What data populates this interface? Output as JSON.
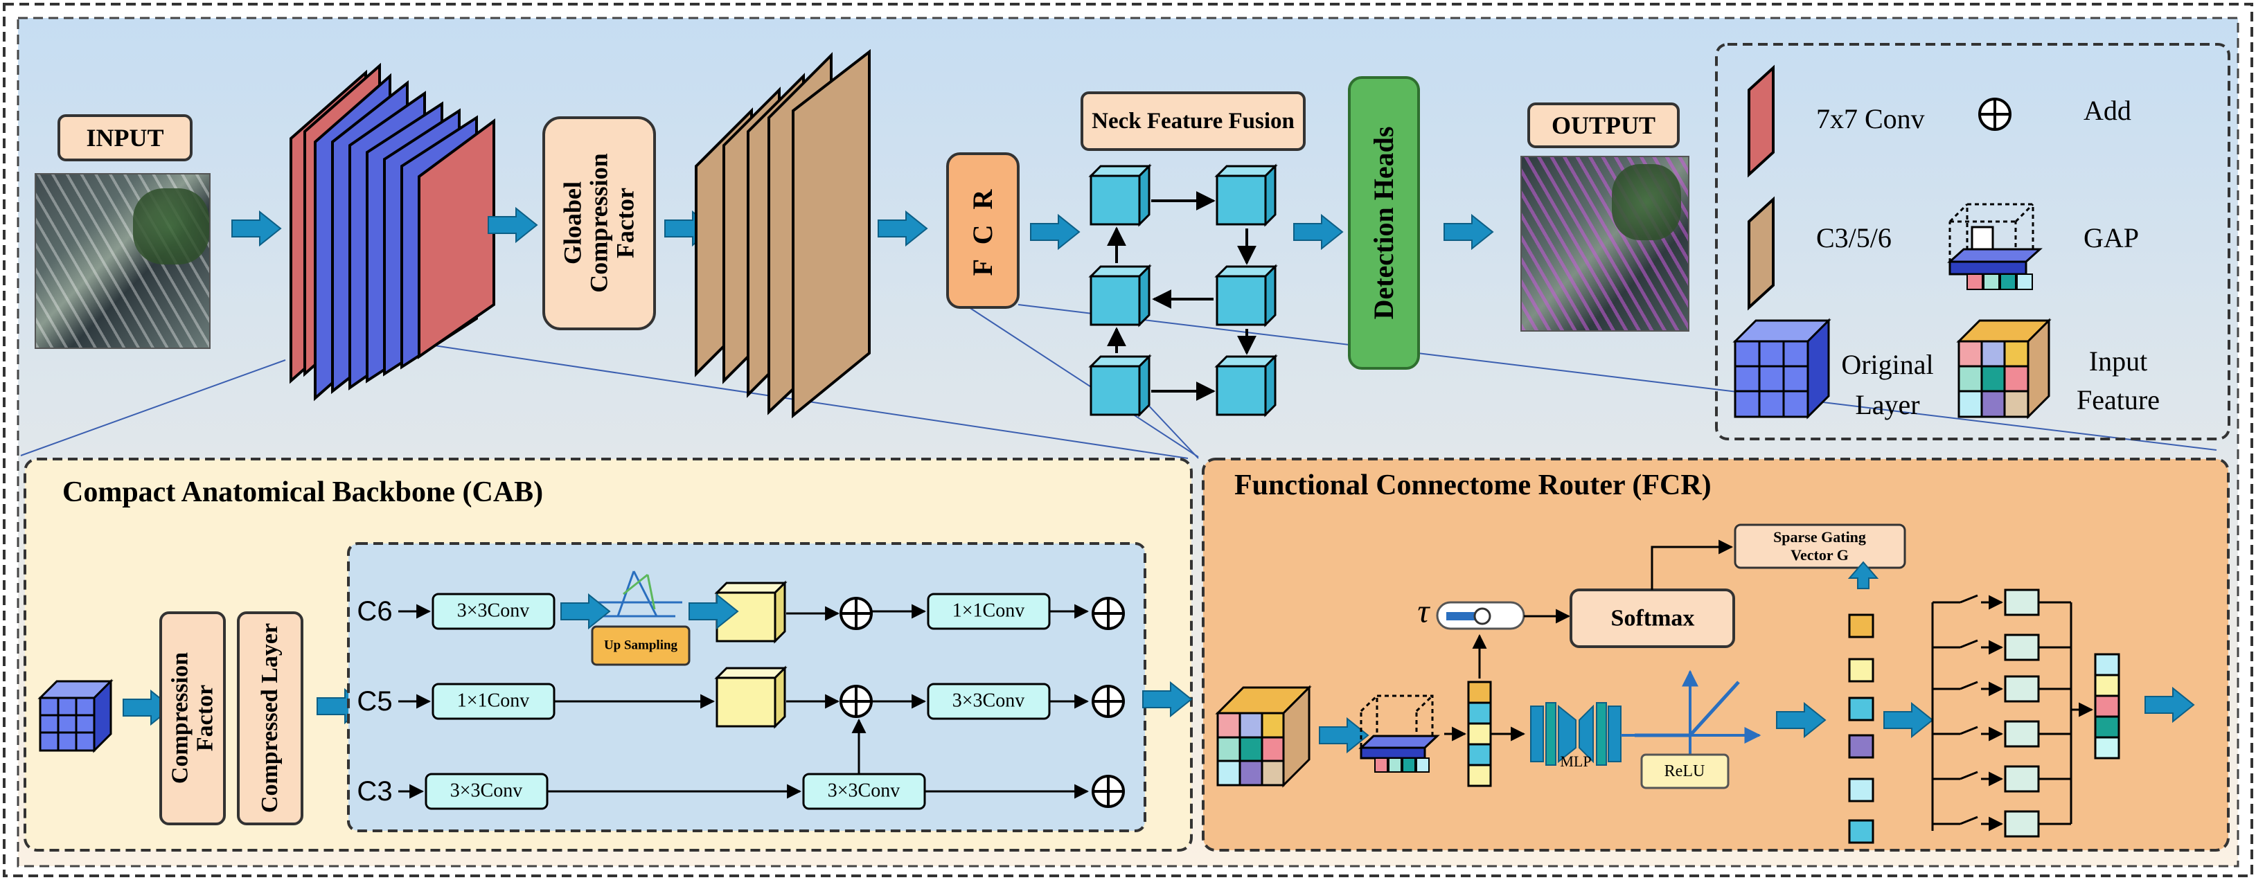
{
  "top": {
    "input_label": "INPUT",
    "gcf_label": "Gloabel Compression Factor",
    "fcr_label": "F C R",
    "neck_label": "Neck Feature Fusion",
    "det_label": "Detection Heads",
    "output_label": "OUTPUT"
  },
  "legend": {
    "conv7": "7x7 Conv",
    "add": "Add",
    "c356": "C3/5/6",
    "gap": "GAP",
    "orig_line1": "Original",
    "orig_line2": "Layer",
    "inp_line1": "Input",
    "inp_line2": "Feature"
  },
  "cab": {
    "title": "Compact Anatomical Backbone (CAB)",
    "compression_factor": "Compression Factor",
    "compressed_layer": "Compressed Layer",
    "c6": "C6",
    "c5": "C5",
    "c3": "C3",
    "conv33_a": "3×3Conv",
    "conv11_a": "1×1Conv",
    "conv33_b": "3×3Conv",
    "conv11_b": "1×1Conv",
    "conv33_c": "3×3Conv",
    "conv33_d": "3×3Conv",
    "upsampling": "Up Sampling"
  },
  "fcr": {
    "title": "Functional Connectome Router (FCR)",
    "tau": "τ",
    "softmax": "Softmax",
    "sparse_line1": "Sparse Gating",
    "sparse_line2": "Vector G",
    "mlp": "MLP",
    "relu": "ReLU"
  },
  "colors": {
    "bg_blue": "#c9dff0",
    "cab_bg": "#fdf2d3",
    "fcr_bg": "#f5c08c",
    "red_layer": "#d46a6a",
    "blue_layer": "#5566dd",
    "tan_layer": "#c9a27a",
    "peach_box": "#fbdcc0",
    "orange_box": "#f7b27a",
    "green_box": "#5cb85c",
    "cyan_cube": "#4fc4df",
    "yellow_cube": "#fbf4a8",
    "arrow_blue": "#1a8ec2"
  }
}
